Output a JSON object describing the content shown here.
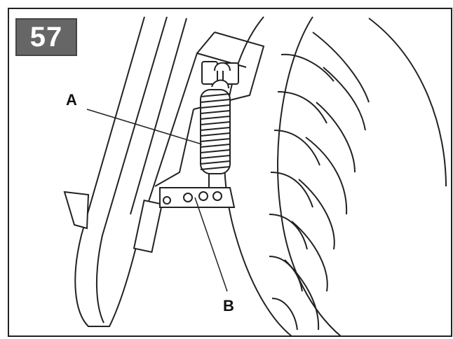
{
  "step": {
    "number": "57"
  },
  "callouts": {
    "a": "A",
    "b": "B"
  }
}
